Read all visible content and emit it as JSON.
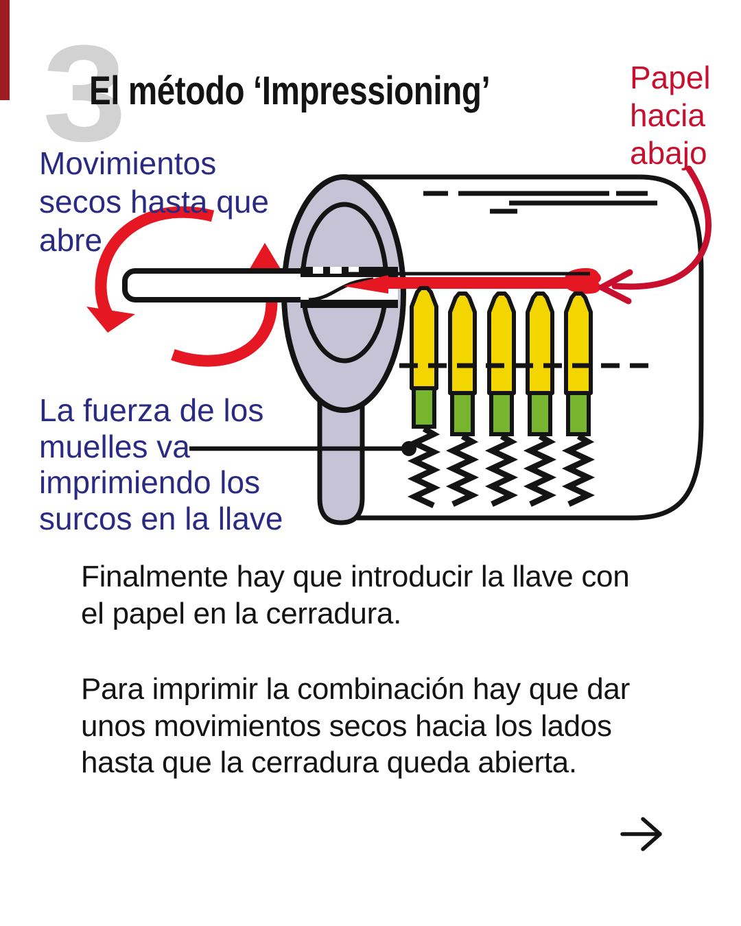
{
  "step_number": "3",
  "title": "El método ‘Impressioning’",
  "annotations": {
    "paper_label": "Papel\nhacia\nabajo",
    "movement_label": "Movimientos\nsecos hasta que\nabre",
    "springs_label": "La fuerza de los\nmuelles va\nimprimiendo los\nsurcos en la llave"
  },
  "paragraphs": {
    "p1": "Finalmente hay que introducir la llave con\nel papel en la cerradura.",
    "p2": "Para imprimir la combinación hay que dar\nunos movimientos secos hacia los lados\nhasta que la cerradura queda abierta."
  },
  "next_arrow_symbol": "→",
  "diagram": {
    "pin_count": 5,
    "parts": [
      "lock-cylinder-body",
      "lock-face",
      "key",
      "paper-strip",
      "key-pins",
      "driver-pins",
      "springs"
    ]
  },
  "palette": {
    "ink": "#141414",
    "blue": "#2a2a82",
    "crimson": "#c8102e",
    "red": "#e51723",
    "yellow": "#f3d600",
    "green": "#78b52e",
    "lavender": "#c6c3d7",
    "gray_numeral": "#d2d2d2",
    "corner_bar": "#9e1b20"
  }
}
